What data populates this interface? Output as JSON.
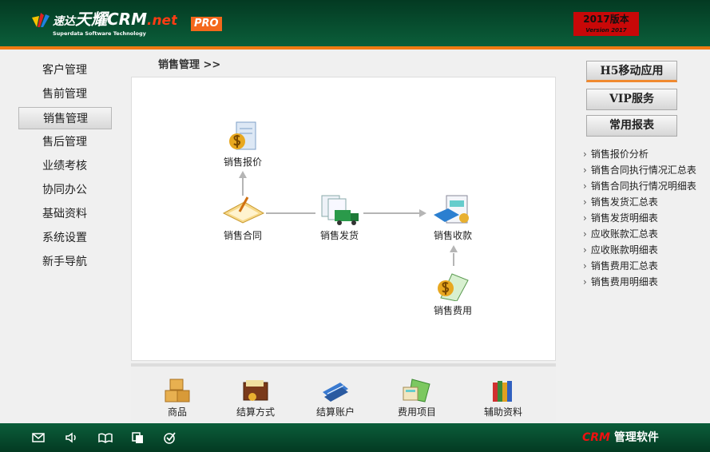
{
  "header": {
    "logo_cn": "速达",
    "logo_main": "天耀CRM",
    "logo_net": ".net",
    "logo_sub": "Superdata Software Technology",
    "pro": "PRO",
    "version": "2017版本",
    "version_sub": "Version 2017"
  },
  "nav": [
    {
      "label": "客户管理"
    },
    {
      "label": "售前管理"
    },
    {
      "label": "销售管理",
      "active": true
    },
    {
      "label": "售后管理"
    },
    {
      "label": "业绩考核"
    },
    {
      "label": "协同办公"
    },
    {
      "label": "基础资料"
    },
    {
      "label": "系统设置"
    },
    {
      "label": "新手导航"
    }
  ],
  "breadcrumb": "销售管理  >>",
  "flow": {
    "quote": "销售报价",
    "contract": "销售合同",
    "delivery": "销售发货",
    "receipt": "销售收款",
    "fee": "销售费用"
  },
  "tools": [
    "商品",
    "结算方式",
    "结算账户",
    "费用项目",
    "辅助资料"
  ],
  "right_buttons": [
    "H5移动应用",
    "VIP服务",
    "常用报表"
  ],
  "reports": [
    "销售报价分析",
    "销售合同执行情况汇总表",
    "销售合同执行情况明细表",
    "销售发货汇总表",
    "销售发货明细表",
    "应收账款汇总表",
    "应收账款明细表",
    "销售费用汇总表",
    "销售费用明细表"
  ],
  "footer": {
    "brand_red": "CRM",
    "brand": "管理软件",
    "icons": [
      "mail-icon",
      "speaker-icon",
      "book-icon",
      "documents-icon",
      "check-icon"
    ]
  }
}
